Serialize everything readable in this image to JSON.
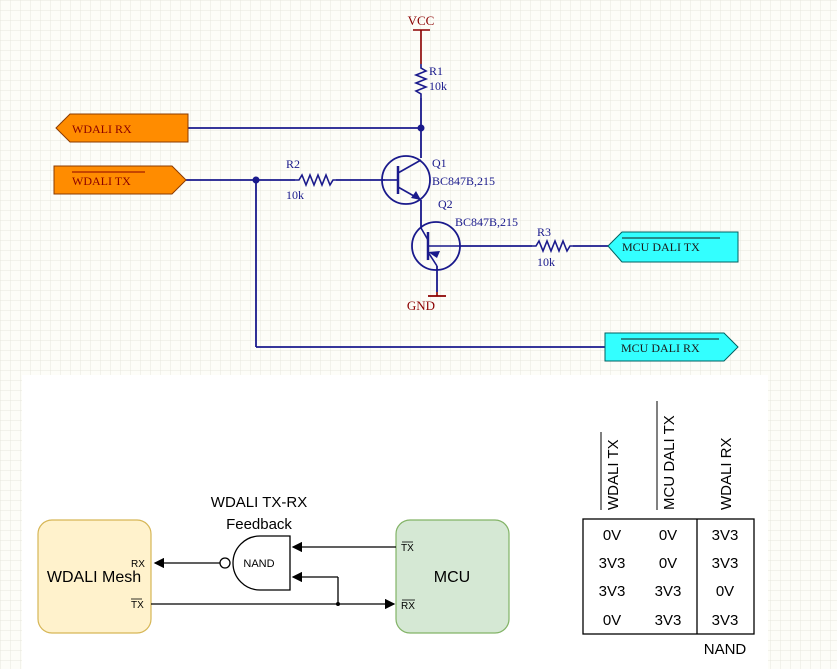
{
  "schematic": {
    "vcc_label": "VCC",
    "gnd_label": "GND",
    "r1": {
      "ref": "R1",
      "value": "10k"
    },
    "r2": {
      "ref": "R2",
      "value": "10k"
    },
    "r3": {
      "ref": "R3",
      "value": "10k"
    },
    "q1": {
      "ref": "Q1",
      "part": "BC847B,215"
    },
    "q2": {
      "ref": "Q2",
      "part": "BC847B,215"
    },
    "ports": {
      "wdali_rx": "WDALI RX",
      "wdali_tx": "WDALI TX",
      "mcu_dali_tx": "MCU DALI TX",
      "mcu_dali_rx": "MCU DALI RX"
    },
    "colors": {
      "wire": "#1a1a8c",
      "component": "#1a1a8c",
      "power_label": "#8b0000",
      "orange_port": "#ff8c00",
      "cyan_port": "#33ffff",
      "grid": "#e4e4dc"
    }
  },
  "block_diagram": {
    "wdali_box_label": "WDALI Mesh",
    "mcu_box_label": "MCU",
    "gate_label": "NAND",
    "feedback_title_line1": "WDALI TX-RX",
    "feedback_title_line2": "Feedback",
    "pin_rx": "RX",
    "pin_tx": "TX",
    "colors": {
      "wdali_box": "#fff2cc",
      "wdali_border": "#d6b656",
      "mcu_box": "#d5e8d4",
      "mcu_border": "#82b366"
    }
  },
  "truth_table": {
    "headers": [
      "WDALI TX",
      "MCU DALI TX",
      "WDALI RX"
    ],
    "rows": [
      [
        "0V",
        "0V",
        "3V3"
      ],
      [
        "3V3",
        "0V",
        "3V3"
      ],
      [
        "3V3",
        "3V3",
        "0V"
      ],
      [
        "0V",
        "3V3",
        "3V3"
      ]
    ],
    "caption": "NAND"
  }
}
